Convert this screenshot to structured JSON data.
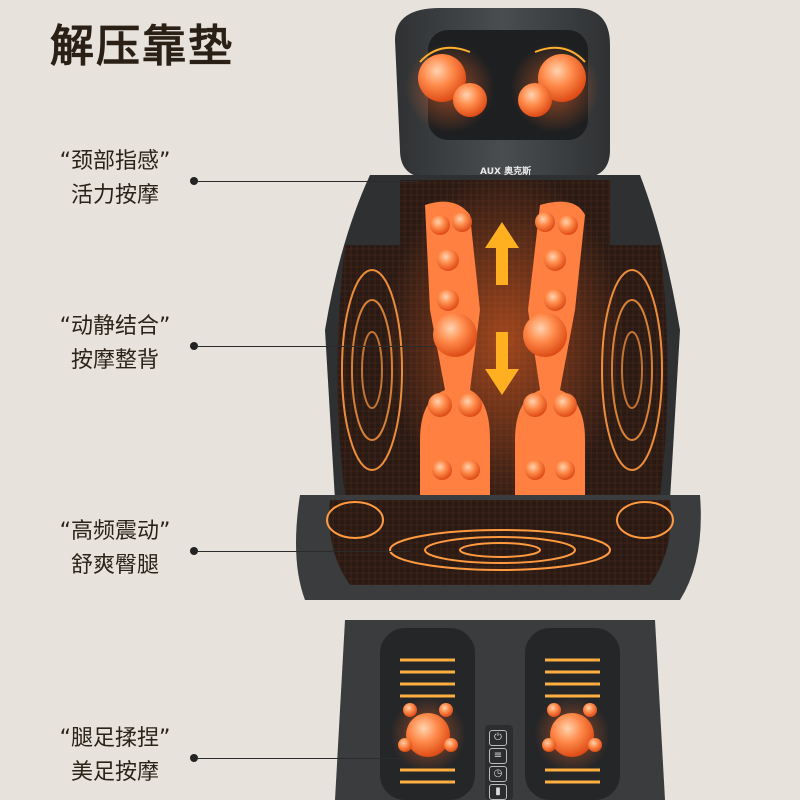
{
  "title": "解压靠垫",
  "brand": "AUX 奥克斯",
  "features": [
    {
      "line1": "“颈部指感”",
      "line2": "活力按摩"
    },
    {
      "line1": "“动静结合”",
      "line2": "按摩整背"
    },
    {
      "line1": "“高频震动”",
      "line2": "舒爽臀腿"
    },
    {
      "line1": "“腿足揉捏”",
      "line2": "美足按摩"
    }
  ],
  "colors": {
    "background": "#e7e3dc",
    "chair": "#3a3c3e",
    "heat": "#ff7a3a",
    "glow": "#ff5a1a"
  },
  "remote_icons": [
    "power-icon",
    "mode-icon",
    "timer-icon",
    "level-icon"
  ]
}
